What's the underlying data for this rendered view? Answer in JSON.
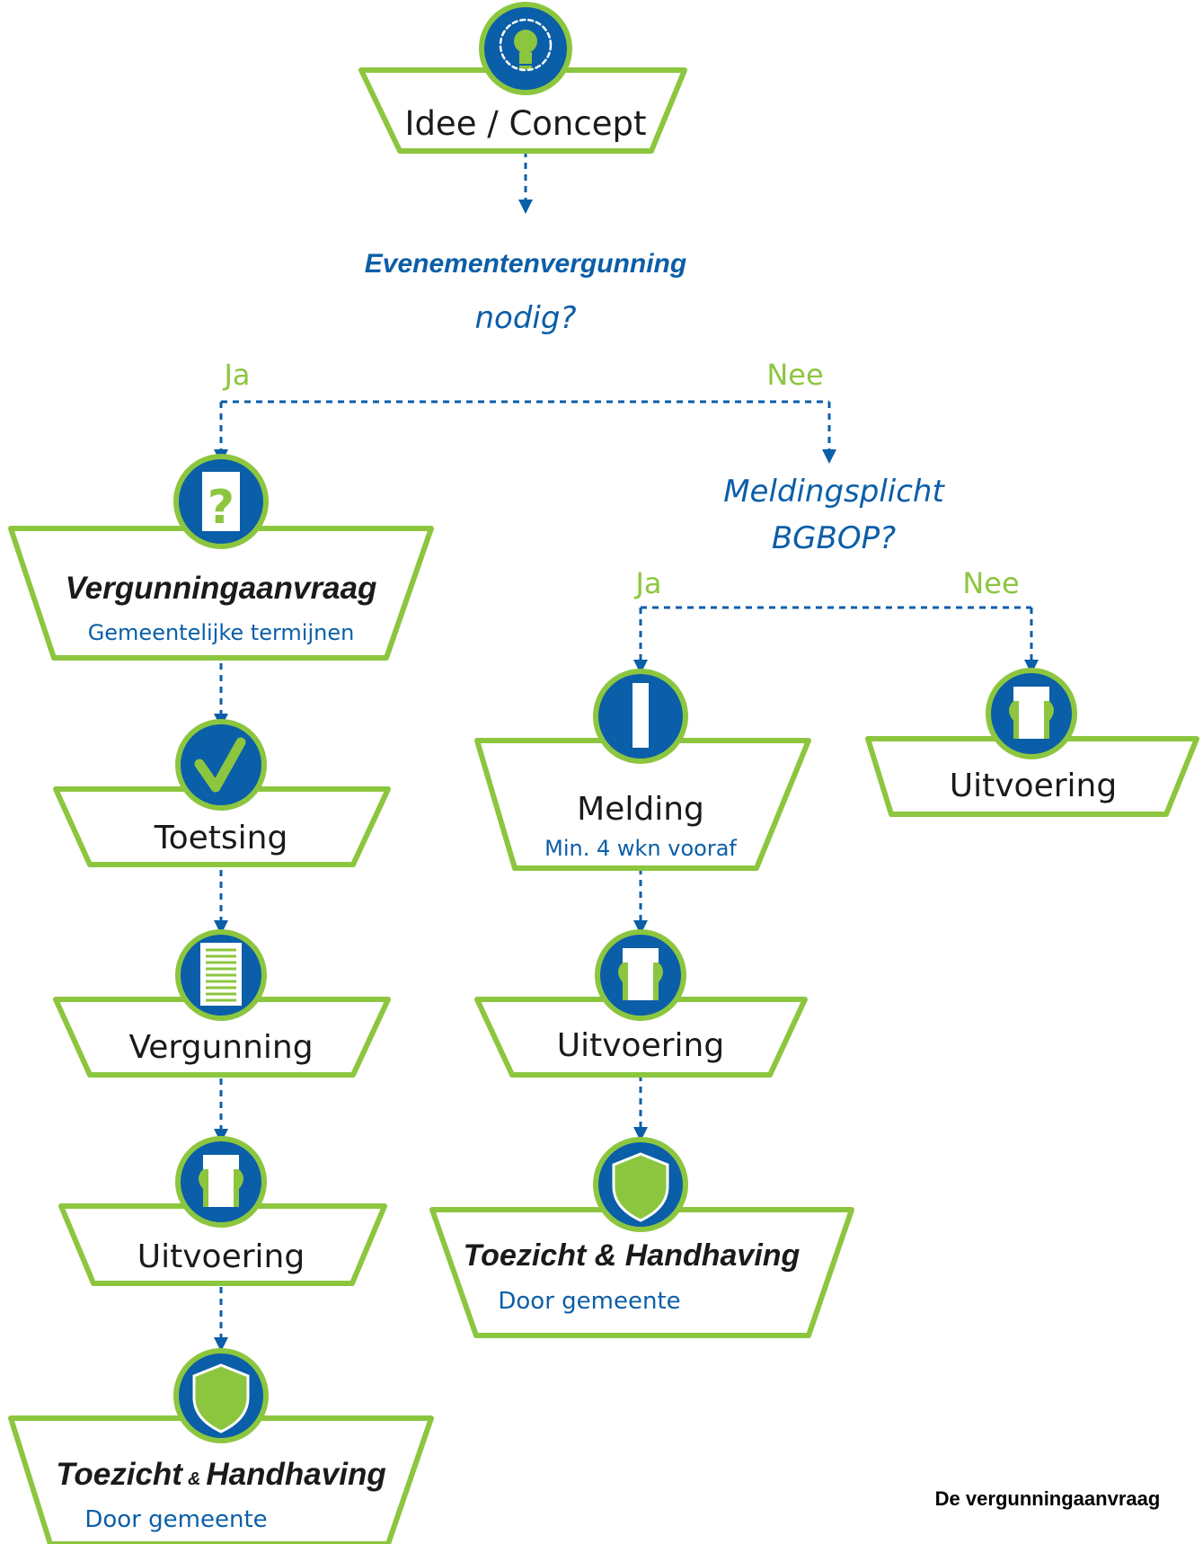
{
  "colors": {
    "green": "#8cc63f",
    "blue": "#0b5ea8",
    "text": "#1a1a1a"
  },
  "root": {
    "title": "Idee / Concept",
    "icon": "lightbulb-icon"
  },
  "question1": {
    "line1": "Evenementenvergunning",
    "line2": "nodig?",
    "yes": "Ja",
    "no": "Nee"
  },
  "question2": {
    "line1": "Meldingsplicht",
    "line2": "BGBOP?",
    "yes": "Ja",
    "no": "Nee"
  },
  "permit_path": {
    "application": {
      "title": "Vergunningaanvraag",
      "subtitle": "Gemeentelijke termijnen",
      "icon": "question-document-icon"
    },
    "review": {
      "title": "Toetsing",
      "icon": "checkmark-icon"
    },
    "permit": {
      "title": "Vergunning",
      "icon": "document-lines-icon"
    },
    "execution": {
      "title": "Uitvoering",
      "icon": "scroll-icon"
    },
    "supervision": {
      "title_part1": "Toezicht",
      "title_amp": "&",
      "title_part2": "Handhaving",
      "subtitle": "Door gemeente",
      "icon": "shield-icon"
    }
  },
  "notification_path": {
    "notification": {
      "title": "Melding",
      "subtitle": "Min. 4 wkn vooraf",
      "icon": "notice-icon"
    },
    "execution": {
      "title": "Uitvoering",
      "icon": "scroll-icon"
    },
    "supervision": {
      "title": "Toezicht & Handhaving",
      "subtitle": "Door gemeente",
      "icon": "shield-icon"
    }
  },
  "no_obligation_path": {
    "execution": {
      "title": "Uitvoering",
      "icon": "scroll-icon"
    }
  },
  "caption": "De vergunningaanvraag"
}
